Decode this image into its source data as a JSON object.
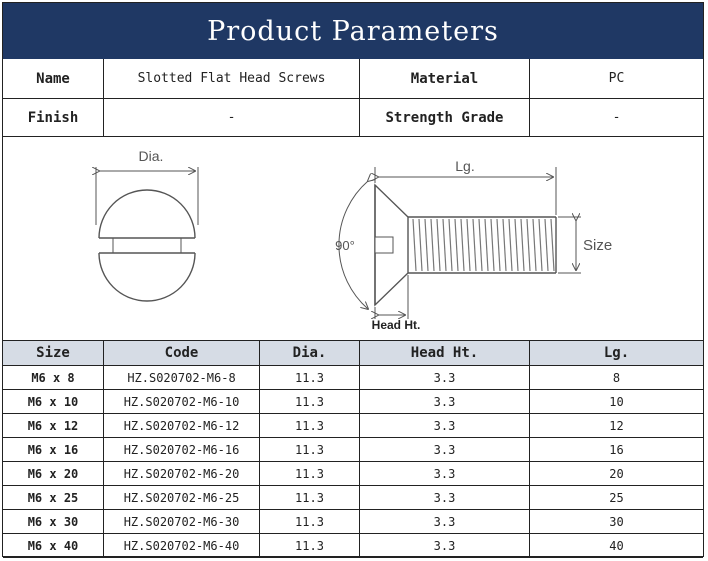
{
  "title": "Product Parameters",
  "info": {
    "name_label": "Name",
    "name_value": "Slotted Flat Head Screws",
    "material_label": "Material",
    "material_value": "PC",
    "finish_label": "Finish",
    "finish_value": "-",
    "strength_label": "Strength Grade",
    "strength_value": "-"
  },
  "drawing": {
    "dia_label": "Dia.",
    "lg_label": "Lg.",
    "angle_label": "90°",
    "size_label": "Size",
    "head_ht_label": "Head Ht."
  },
  "table": {
    "headers": [
      "Size",
      "Code",
      "Dia.",
      "Head Ht.",
      "Lg."
    ],
    "rows": [
      {
        "size": "M6 x 8",
        "code": "HZ.S020702-M6-8",
        "dia": "11.3",
        "head_ht": "3.3",
        "lg": "8"
      },
      {
        "size": "M6 x 10",
        "code": "HZ.S020702-M6-10",
        "dia": "11.3",
        "head_ht": "3.3",
        "lg": "10"
      },
      {
        "size": "M6 x 12",
        "code": "HZ.S020702-M6-12",
        "dia": "11.3",
        "head_ht": "3.3",
        "lg": "12"
      },
      {
        "size": "M6 x 16",
        "code": "HZ.S020702-M6-16",
        "dia": "11.3",
        "head_ht": "3.3",
        "lg": "16"
      },
      {
        "size": "M6 x 20",
        "code": "HZ.S020702-M6-20",
        "dia": "11.3",
        "head_ht": "3.3",
        "lg": "20"
      },
      {
        "size": "M6 x 25",
        "code": "HZ.S020702-M6-25",
        "dia": "11.3",
        "head_ht": "3.3",
        "lg": "25"
      },
      {
        "size": "M6 x 30",
        "code": "HZ.S020702-M6-30",
        "dia": "11.3",
        "head_ht": "3.3",
        "lg": "30"
      },
      {
        "size": "M6 x 40",
        "code": "HZ.S020702-M6-40",
        "dia": "11.3",
        "head_ht": "3.3",
        "lg": "40"
      }
    ]
  },
  "colors": {
    "title_bg": "#1f3864",
    "header_bg": "#d6dce5"
  }
}
